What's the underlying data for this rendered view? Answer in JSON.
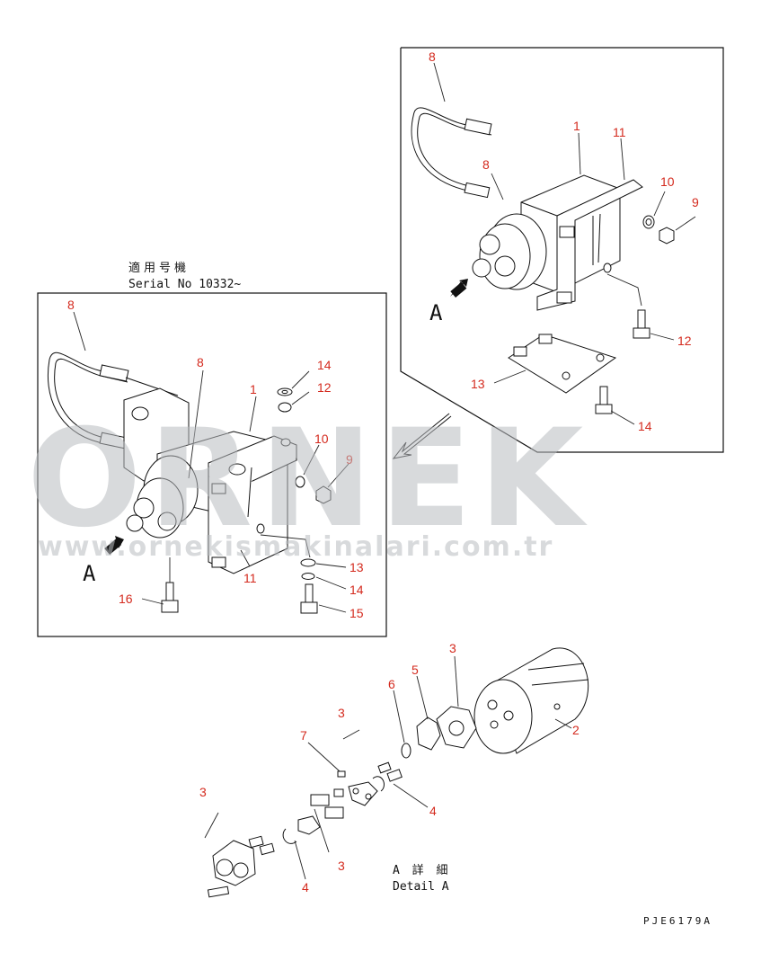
{
  "serial_heading": {
    "jp": "適用号機",
    "en": "Serial No 10332~"
  },
  "detail_heading": {
    "jp": "A 詳 細",
    "en": "Detail A"
  },
  "view_arrow_label": "A",
  "drawing_code": "PJE6179A",
  "watermark": {
    "brand": "ORNEK",
    "url": "www.ornekismakinalari.com.tr"
  },
  "callouts": {
    "right_view": [
      "8",
      "1",
      "11",
      "8",
      "10",
      "9",
      "12",
      "13",
      "14"
    ],
    "left_view": [
      "8",
      "8",
      "1",
      "14",
      "12",
      "10",
      "9",
      "13",
      "14",
      "15",
      "16",
      "11"
    ],
    "detail_view": [
      "3",
      "5",
      "6",
      "2",
      "7",
      "3",
      "3",
      "4",
      "3",
      "4"
    ]
  },
  "colors": {
    "callout": "#d42a1e",
    "line": "#111111",
    "watermark": "#b9bcc0"
  }
}
